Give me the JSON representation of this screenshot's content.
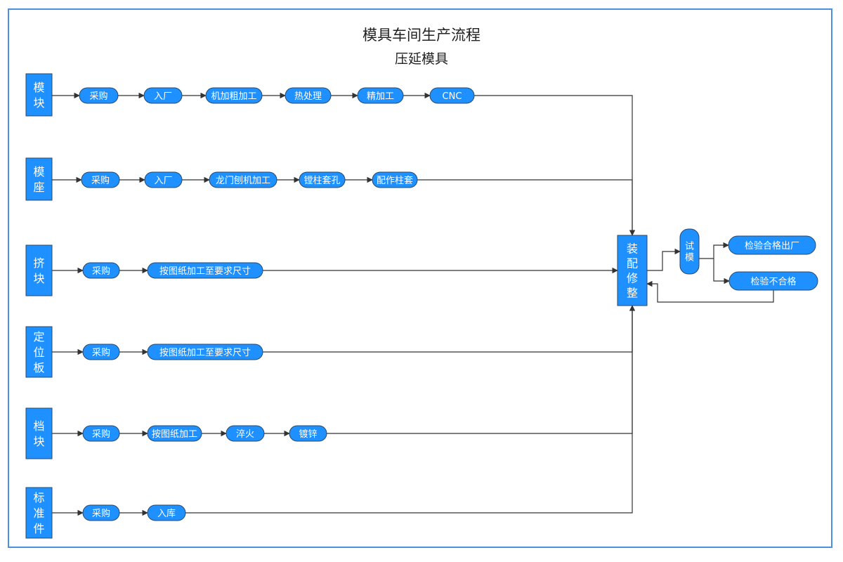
{
  "title": "模具车间生产流程",
  "subtitle": "压延模具",
  "rows": [
    {
      "category": "模块",
      "steps": [
        "采购",
        "入厂",
        "机加粗加工",
        "热处理",
        "精加工",
        "CNC"
      ]
    },
    {
      "category": "模座",
      "steps": [
        "采购",
        "入厂",
        "龙门刨机加工",
        "镗柱套孔",
        "配作柱套"
      ]
    },
    {
      "category": "挤块",
      "steps": [
        "采购",
        "按图纸加工至要求尺寸"
      ]
    },
    {
      "category": "定位板",
      "steps": [
        "采购",
        "按图纸加工至要求尺寸"
      ]
    },
    {
      "category": "档块",
      "steps": [
        "采购",
        "按图纸加工",
        "淬火",
        "镀锌"
      ]
    },
    {
      "category": "标准件",
      "steps": [
        "采购",
        "入库"
      ]
    }
  ],
  "assembly": "装配修整",
  "trial": "试模",
  "pass": "检验合格出厂",
  "fail": "检验不合格",
  "colors": {
    "node": "#1e90ff",
    "border": "#4a90e2"
  }
}
